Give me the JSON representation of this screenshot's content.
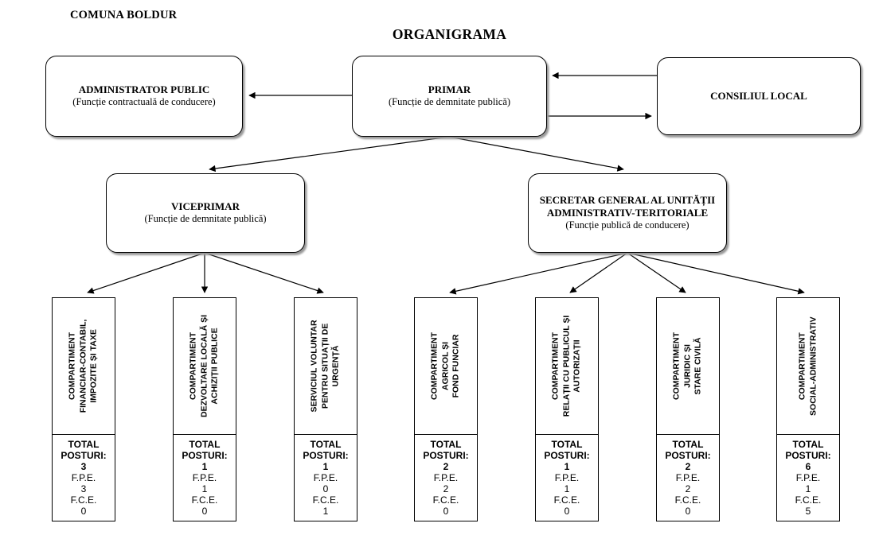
{
  "header": {
    "org_label": "COMUNA BOLDUR",
    "title": "ORGANIGRAMA"
  },
  "nodes": {
    "administrator": {
      "title": "ADMINISTRATOR PUBLIC",
      "subtitle": "(Funcție contractuală de conducere)"
    },
    "primar": {
      "title": "PRIMAR",
      "subtitle": "(Funcție de demnitate publică)"
    },
    "consiliul_local": {
      "title": "CONSILIUL LOCAL"
    },
    "viceprimar": {
      "title": "VICEPRIMAR",
      "subtitle": "(Funcție de demnitate publică)"
    },
    "secretar_general": {
      "title": "SECRETAR GENERAL AL UNITĂȚII\nADMINISTRATIV-TERITORIALE",
      "subtitle": "(Funcție publică de conducere)"
    }
  },
  "departments": [
    {
      "name": "COMPARTIMENT\nFINANCIAR-CONTABIL,\nIMPOZITE ȘI TAXE",
      "total_label": "TOTAL\nPOSTURI:",
      "total": "3",
      "fpe_label": "F.P.E.",
      "fpe": "3",
      "fce_label": "F.C.E.",
      "fce": "0"
    },
    {
      "name": "COMPARTIMENT\nDEZVOLTARE LOCALĂ ȘI\nACHIZIȚII PUBLICE",
      "total_label": "TOTAL\nPOSTURI:",
      "total": "1",
      "fpe_label": "F.P.E.",
      "fpe": "1",
      "fce_label": "F.C.E.",
      "fce": "0"
    },
    {
      "name": "SERVICIUL VOLUNTAR\nPENTRU SITUAȚII DE\nURGENȚĂ",
      "total_label": "TOTAL\nPOSTURI:",
      "total": "1",
      "fpe_label": "F.P.E.",
      "fpe": "0",
      "fce_label": "F.C.E.",
      "fce": "1"
    },
    {
      "name": "COMPARTIMENT\nAGRICOL ȘI\nFOND FUNCIAR",
      "total_label": "TOTAL\nPOSTURI:",
      "total": "2",
      "fpe_label": "F.P.E.",
      "fpe": "2",
      "fce_label": "F.C.E.",
      "fce": "0"
    },
    {
      "name": "COMPARTIMENT\nRELAȚII CU PUBLICUL ȘI\nAUTORIZAȚII",
      "total_label": "TOTAL\nPOSTURI:",
      "total": "1",
      "fpe_label": "F.P.E.",
      "fpe": "1",
      "fce_label": "F.C.E.",
      "fce": "0"
    },
    {
      "name": "COMPARTIMENT\nJURIDIC ȘI\nSTARE CIVILĂ",
      "total_label": "TOTAL\nPOSTURI:",
      "total": "2",
      "fpe_label": "F.P.E.",
      "fpe": "2",
      "fce_label": "F.C.E.",
      "fce": "0"
    },
    {
      "name": "COMPARTIMENT\nSOCIAL-ADMINISTRATIV",
      "total_label": "TOTAL\nPOSTURI:",
      "total": "6",
      "fpe_label": "F.P.E.",
      "fpe": "1",
      "fce_label": "F.C.E.",
      "fce": "5"
    }
  ],
  "colors": {
    "line": "#000000",
    "box_fill": "#ffffff",
    "shadow": "#999999"
  }
}
